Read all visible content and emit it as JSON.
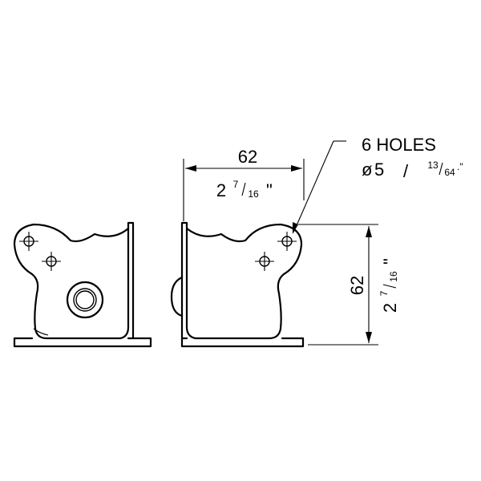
{
  "width_dimension": {
    "metric": "62",
    "imperial_whole": "2",
    "imperial_numerator": "7",
    "imperial_denominator": "16",
    "inch_mark": "\""
  },
  "height_dimension": {
    "metric": "62",
    "imperial_whole": "2",
    "imperial_numerator": "7",
    "imperial_denominator": "16",
    "inch_mark": "\""
  },
  "holes_callout": {
    "count_label": "6 HOLES",
    "diameter_symbol": "ø",
    "diameter_mm": "5",
    "separator": "/",
    "imperial_numerator": "13",
    "imperial_denominator": "64",
    "inch_mark": ".\""
  },
  "stroke_color": "#000000",
  "background_color": "#ffffff"
}
